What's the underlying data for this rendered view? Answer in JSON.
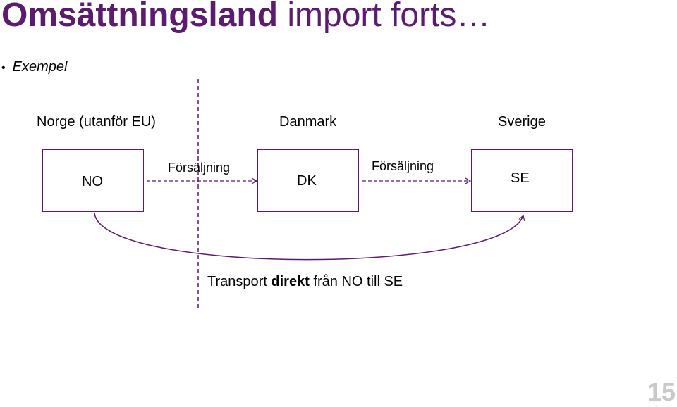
{
  "title": {
    "bold": "Omsättningsland",
    "rest": " import forts…"
  },
  "bullet": {
    "marker": "•",
    "text": "Exempel"
  },
  "countries": {
    "norway": "Norge (utanför EU)",
    "denmark": "Danmark",
    "sweden": "Sverige"
  },
  "boxes": {
    "no": "NO",
    "dk": "DK",
    "se": "SE"
  },
  "sales": {
    "first": "Försäljning",
    "second": "Försäljning"
  },
  "transport": {
    "prefix": "Transport ",
    "bold": "direkt",
    "suffix": " från NO till SE"
  },
  "slide_number": "15",
  "colors": {
    "accent": "#5b1c6e",
    "page_number": "#c9c9c9"
  }
}
